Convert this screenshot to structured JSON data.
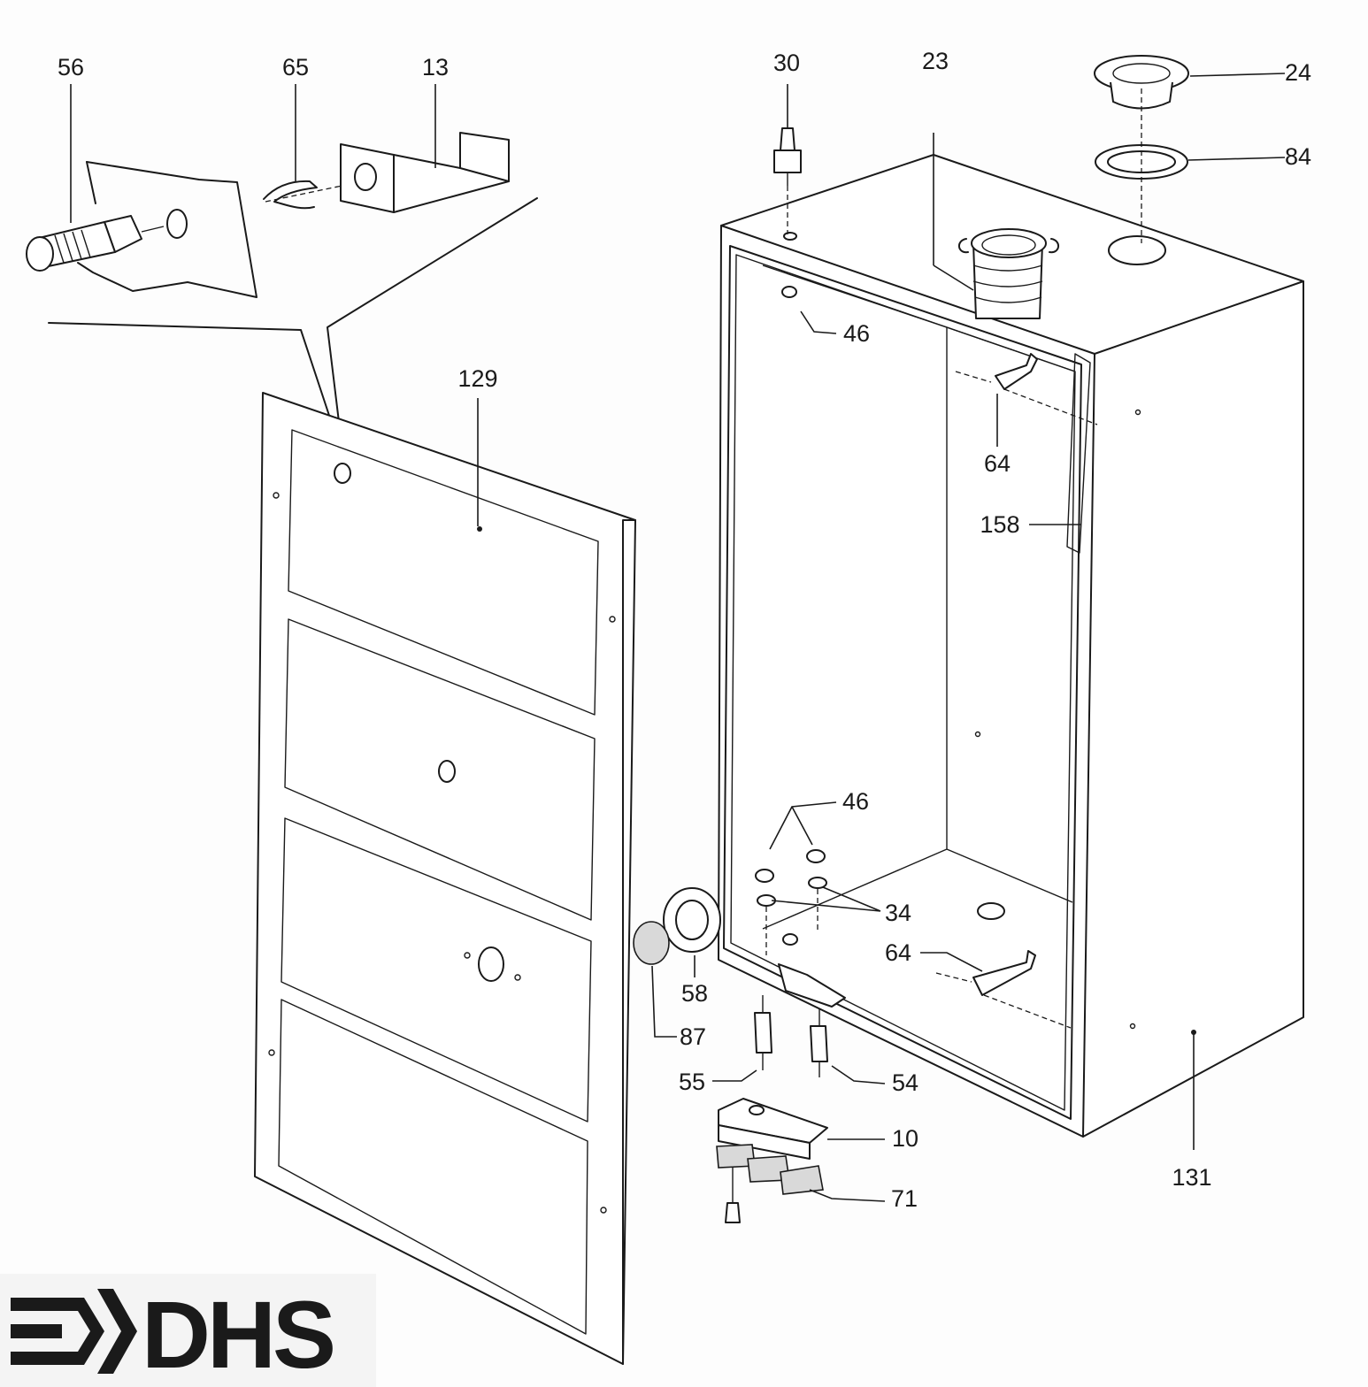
{
  "diagram": {
    "callouts": {
      "c56": "56",
      "c65": "65",
      "c13": "13",
      "c30": "30",
      "c23": "23",
      "c24": "24",
      "c84": "84",
      "c46_top": "46",
      "c129": "129",
      "c64_top": "64",
      "c158": "158",
      "c46_bottom": "46",
      "c34": "34",
      "c64_bottom": "64",
      "c58": "58",
      "c87": "87",
      "c55": "55",
      "c54": "54",
      "c10": "10",
      "c131": "131",
      "c71": "71"
    }
  },
  "logo": {
    "text": "DHS"
  }
}
